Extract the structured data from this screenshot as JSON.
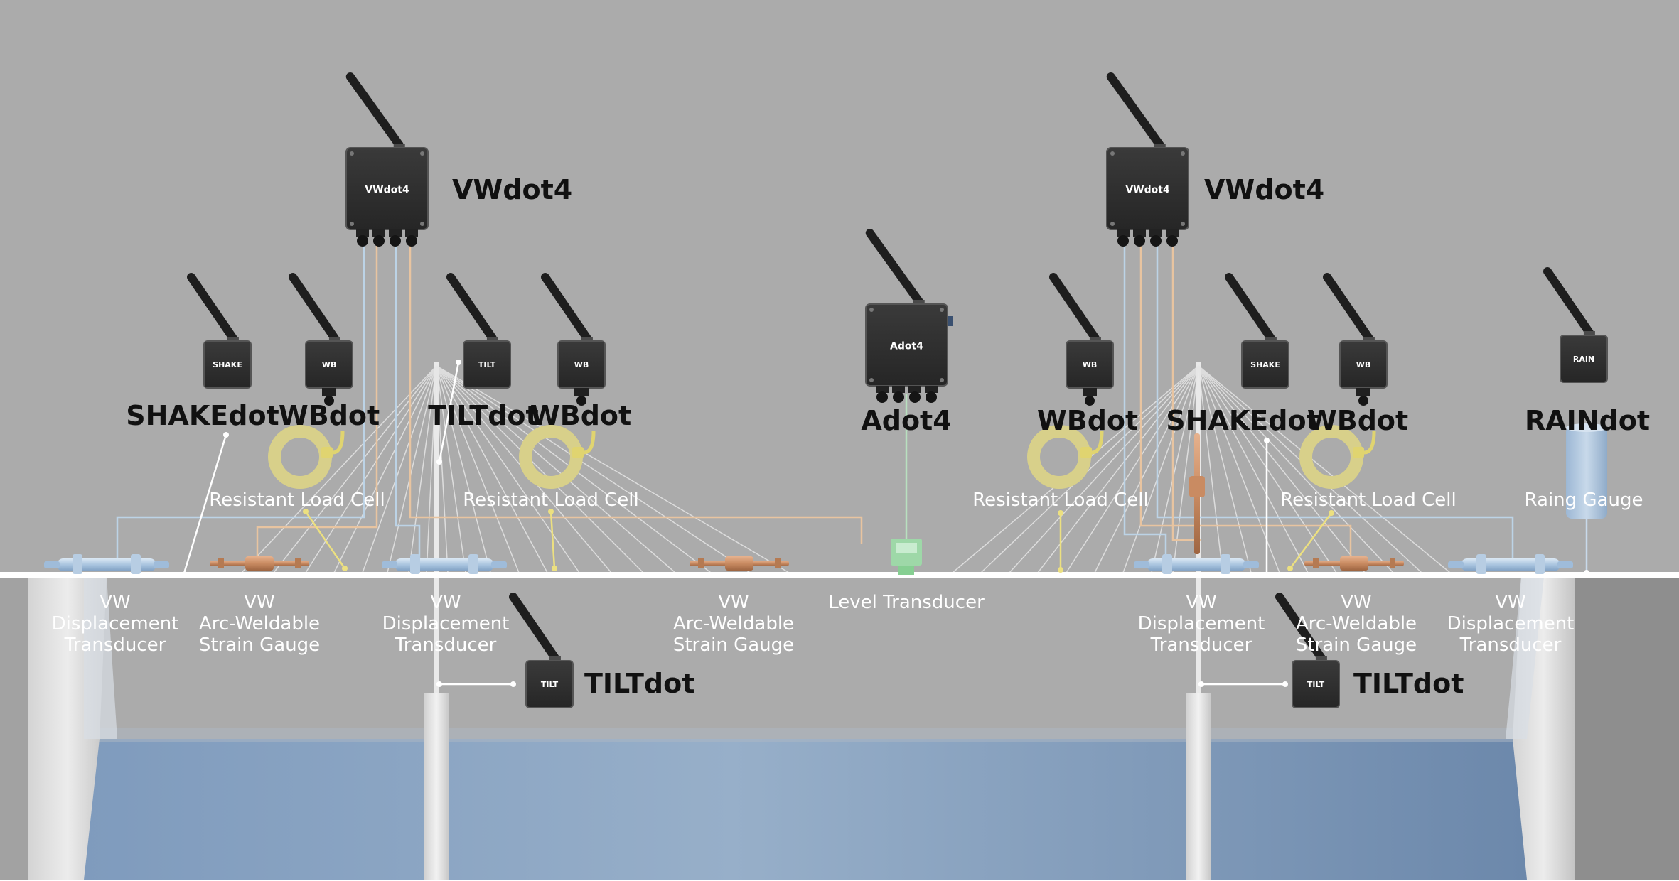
{
  "diagram": {
    "colors": {
      "background": "#ababab",
      "device_body": "#2e2e2e",
      "water": "#8fa7c2",
      "vw_wire": "#bcd3e6",
      "strain_wire": "#e8c4a0",
      "load_cell_wire": "#ece080",
      "level_transducer": "#9ed8a8"
    },
    "devices": {
      "vwdot4_left": {
        "label": "VWdot4",
        "logo": "VWdot4",
        "icon": "gateway-box-icon"
      },
      "vwdot4_right": {
        "label": "VWdot4",
        "logo": "VWdot4",
        "icon": "gateway-box-icon"
      },
      "adot4": {
        "label": "Adot4",
        "logo": "Adot4",
        "icon": "gateway-box-icon"
      },
      "shakedot_left": {
        "label": "SHAKEdot",
        "logo": "SHAKE",
        "icon": "sensor-node-icon"
      },
      "wbdot_1": {
        "label": "WBdot",
        "logo": "WB",
        "icon": "sensor-node-icon"
      },
      "tiltdot_top": {
        "label": "TILTdot",
        "logo": "TILT",
        "icon": "sensor-node-icon"
      },
      "wbdot_2": {
        "label": "WBdot",
        "logo": "WB",
        "icon": "sensor-node-icon"
      },
      "wbdot_3": {
        "label": "WBdot",
        "logo": "WB",
        "icon": "sensor-node-icon"
      },
      "shakedot_right": {
        "label": "SHAKEdot",
        "logo": "SHAKE",
        "icon": "sensor-node-icon"
      },
      "wbdot_4": {
        "label": "WBdot",
        "logo": "WB",
        "icon": "sensor-node-icon"
      },
      "raindot": {
        "label": "RAINdot",
        "logo": "RAIN",
        "icon": "sensor-node-icon"
      },
      "tiltdot_bottom_left": {
        "label": "TILTdot",
        "logo": "TILT",
        "icon": "sensor-node-icon"
      },
      "tiltdot_bottom_right": {
        "label": "TILTdot",
        "logo": "TILT",
        "icon": "sensor-node-icon"
      }
    },
    "sensors": {
      "load_cell_1": "Resistant Load Cell",
      "load_cell_2": "Resistant Load Cell",
      "load_cell_3": "Resistant Load Cell",
      "load_cell_4": "Resistant Load Cell",
      "rain_gauge": "Raing Gauge",
      "level_transducer": "Level Transducer",
      "disp_1": [
        "VW",
        "Displacement",
        "Transducer"
      ],
      "strain_1": [
        "VW",
        "Arc-Weldable",
        "Strain Gauge"
      ],
      "disp_2": [
        "VW",
        "Displacement",
        "Transducer"
      ],
      "strain_2": [
        "VW",
        "Arc-Weldable",
        "Strain Gauge"
      ],
      "disp_3": [
        "VW",
        "Displacement",
        "Transducer"
      ],
      "strain_3": [
        "VW",
        "Arc-Weldable",
        "Strain Gauge"
      ],
      "disp_4": [
        "VW",
        "Displacement",
        "Transducer"
      ]
    }
  }
}
